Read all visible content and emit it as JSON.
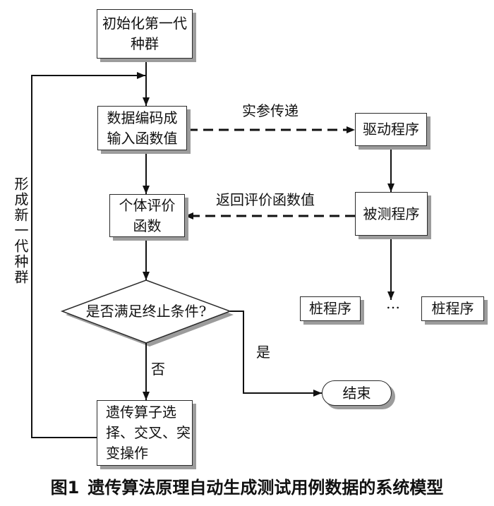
{
  "figure": {
    "number": "图1",
    "title": "遗传算法原理自动生成测试用例数据的系统模型"
  },
  "nodes": {
    "init_population": {
      "lines": [
        "初始化第一代",
        "种群"
      ]
    },
    "encode_input": {
      "lines": [
        "数据编码成",
        "输入函数值"
      ]
    },
    "fitness_eval": {
      "lines": [
        "个体评价",
        "函数"
      ]
    },
    "termination_check": {
      "text": "是否满足终止条件?"
    },
    "genetic_operators": {
      "lines": [
        "遗传算子选",
        "择、交叉、突",
        "变操作"
      ]
    },
    "end": {
      "text": "结束"
    },
    "driver": {
      "text": "驱动程序"
    },
    "program_under_test": {
      "text": "被测程序"
    },
    "stubs": [
      {
        "text": "桩程序"
      },
      {
        "text": "桩程序"
      }
    ],
    "stubs_ellipsis": "…"
  },
  "edge_labels": {
    "pass_arguments": "实参传递",
    "return_fitness": "返回评价函数值",
    "no_branch": "否",
    "yes_branch": "是",
    "new_generation_loop": "形成新一代种群"
  },
  "colors": {
    "background": "#ffffff",
    "text": "#111111",
    "line": "#111111",
    "box_border": "#2a2a2a",
    "box_fill": "#ffffff",
    "shadow": "#9c9c9c"
  }
}
